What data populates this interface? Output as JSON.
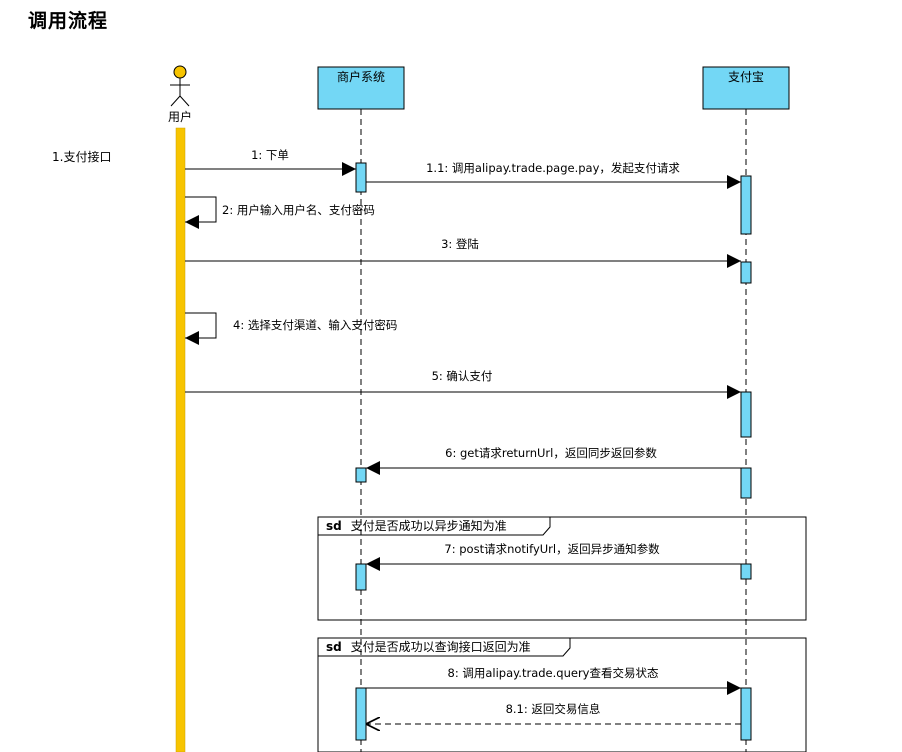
{
  "heading": "调用流程",
  "phase_label": "1.支付接口",
  "actor": {
    "label": "用户"
  },
  "participants": [
    {
      "label": "商户系统"
    },
    {
      "label": "支付宝"
    }
  ],
  "messages": [
    {
      "label": "1: 下单"
    },
    {
      "label": "1.1: 调用alipay.trade.page.pay，发起支付请求"
    },
    {
      "label": "2: 用户输入用户名、支付密码"
    },
    {
      "label": "3: 登陆"
    },
    {
      "label": "4: 选择支付渠道、输入支付密码"
    },
    {
      "label": "5: 确认支付"
    },
    {
      "label": "6: get请求returnUrl，返回同步返回参数"
    },
    {
      "label": "7: post请求notifyUrl，返回异步通知参数"
    },
    {
      "label": "8: 调用alipay.trade.query查看交易状态"
    },
    {
      "label": "8.1: 返回交易信息"
    }
  ],
  "frames": [
    {
      "keyword": "sd",
      "title": "支付是否成功以异步通知为准"
    },
    {
      "keyword": "sd",
      "title": "支付是否成功以查询接口返回为准"
    }
  ],
  "colors": {
    "participant_fill": "#73d7f5",
    "activation_fill": "#73d7f5",
    "actor_fill": "#f7c400",
    "user_lifeline": "#f7c400"
  }
}
